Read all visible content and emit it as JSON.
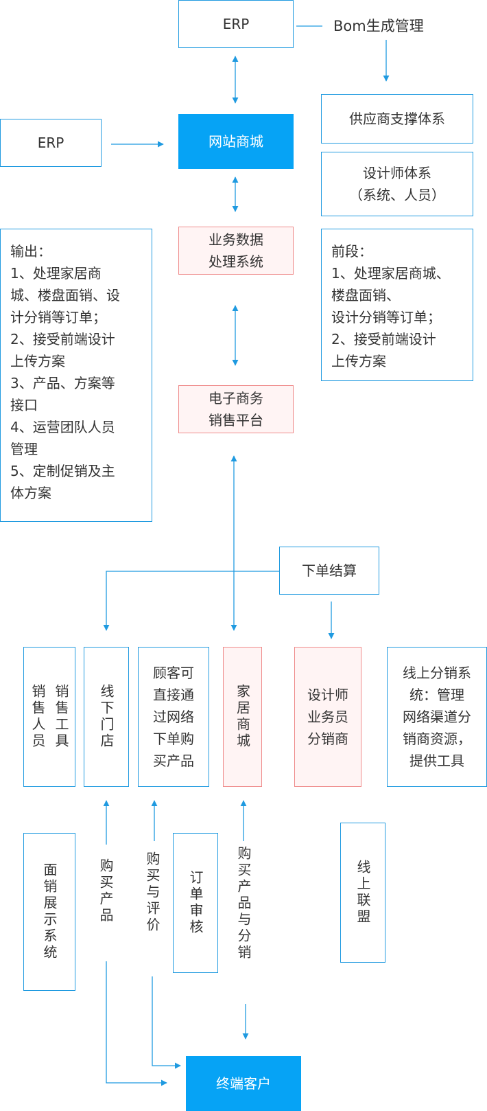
{
  "nodes": {
    "erp_top": "ERP",
    "bom": "Bom生成管理",
    "supplier": "供应商支撑体系",
    "designer_system": [
      "设计师体系",
      "（系统、人员）"
    ],
    "erp_left": "ERP",
    "website": "网站商城",
    "business_data": [
      "业务数据",
      "处理系统"
    ],
    "ecommerce": [
      "电子商务",
      "销售平台"
    ],
    "output_list": [
      "输出：",
      "1、处理家居商",
      "城、楼盘面销、设",
      "计分销等订单；",
      "2、接受前端设计",
      "上传方案",
      "3、产品、方案等",
      "接口",
      "4、运营团队人员",
      "管理",
      "5、定制促销及主",
      "体方案"
    ],
    "front_list": [
      "前段：",
      "1、处理家居商城、",
      "楼盘面销、",
      "设计分销等订单；",
      "2、接受前端设计",
      "上传方案"
    ],
    "checkout": "下单结算",
    "sales_cols": [
      "销售人员",
      "销售工具"
    ],
    "offline_store": "线下门店",
    "customer_buy": [
      "顾客可",
      "直接通",
      "过网络",
      "下单购",
      "买产品"
    ],
    "home_mall": "家居商城",
    "designer_dist": [
      "设计师",
      "业务员",
      "分销商"
    ],
    "online_dist": [
      "线上分销系",
      "统：管理",
      "网络渠道分",
      "销商资源，",
      "提供工具"
    ],
    "showroom": "面销展示系统",
    "buy_product": "购买产品",
    "buy_review": "购买与评价",
    "order_review": "订单审核",
    "buy_distribute": "购买产品与分销",
    "online_alliance": "线上联盟",
    "end_customer": "终端客户"
  },
  "colors": {
    "line": "#1f9ae0",
    "filled": "#06a3f5",
    "pink_border": "#ef8a8a"
  }
}
